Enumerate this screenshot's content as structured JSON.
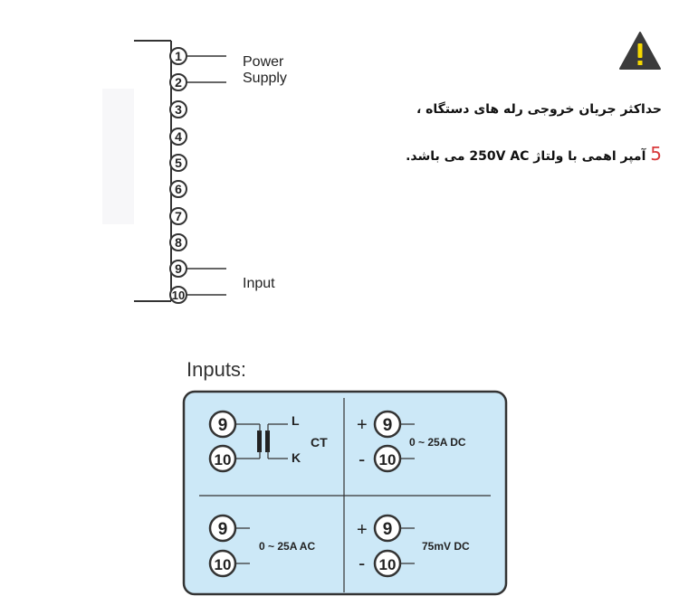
{
  "terminal_block": {
    "terminals": [
      "1",
      "2",
      "3",
      "4",
      "5",
      "6",
      "7",
      "8",
      "9",
      "10"
    ],
    "labels": {
      "power": "Power",
      "supply": "Supply",
      "input": "Input"
    }
  },
  "warning": {
    "icon": "warning-triangle-icon",
    "line1": "حداکثر جریان خروجی رله های دستگاه ،",
    "line2_number": "5",
    "line2_text": " آمپر اهمی با ولتاژ 250V AC می باشد."
  },
  "inputs": {
    "title": "Inputs:",
    "quadrants": [
      {
        "terminals": [
          "9",
          "10"
        ],
        "ct_label": "CT",
        "l_label": "L",
        "k_label": "K"
      },
      {
        "terminals": [
          "9",
          "10"
        ],
        "plus": "+",
        "minus": "-",
        "range": "0 ~ 25A DC"
      },
      {
        "terminals": [
          "9",
          "10"
        ],
        "range": "0 ~ 25A AC"
      },
      {
        "terminals": [
          "9",
          "10"
        ],
        "plus": "+",
        "minus": "-",
        "range": "75mV DC"
      }
    ],
    "colors": {
      "panel_fill": "#cce8f7",
      "panel_border": "#333333"
    }
  }
}
